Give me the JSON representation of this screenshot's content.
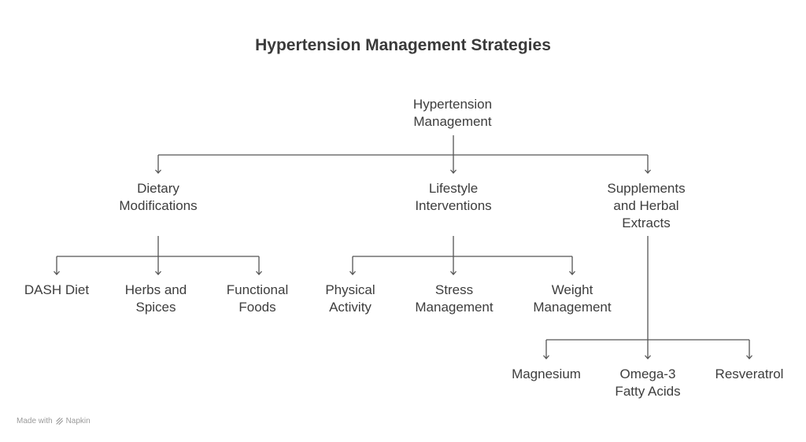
{
  "title": "Hypertension Management Strategies",
  "root": {
    "lines": [
      "Hypertension",
      "Management"
    ]
  },
  "branches": [
    {
      "lines": [
        "Dietary",
        "Modifications"
      ],
      "children": [
        {
          "lines": [
            "DASH Diet"
          ]
        },
        {
          "lines": [
            "Herbs and",
            "Spices"
          ]
        },
        {
          "lines": [
            "Functional",
            "Foods"
          ]
        }
      ]
    },
    {
      "lines": [
        "Lifestyle",
        "Interventions"
      ],
      "children": [
        {
          "lines": [
            "Physical",
            "Activity"
          ]
        },
        {
          "lines": [
            "Stress",
            "Management"
          ]
        },
        {
          "lines": [
            "Weight",
            "Management"
          ]
        }
      ]
    },
    {
      "lines": [
        "Supplements",
        "and Herbal",
        "Extracts"
      ],
      "children": [
        {
          "lines": [
            "Magnesium"
          ]
        },
        {
          "lines": [
            "Omega-3",
            "Fatty Acids"
          ]
        },
        {
          "lines": [
            "Resveratrol"
          ]
        }
      ]
    }
  ],
  "footer": {
    "made_with": "Made with",
    "brand": "Napkin",
    "brand_icon": "napkin-logo-icon"
  },
  "colors": {
    "text": "#3d3d3d",
    "line": "#555555",
    "title": "#3a3a3a",
    "footer": "#9a9a9a"
  }
}
